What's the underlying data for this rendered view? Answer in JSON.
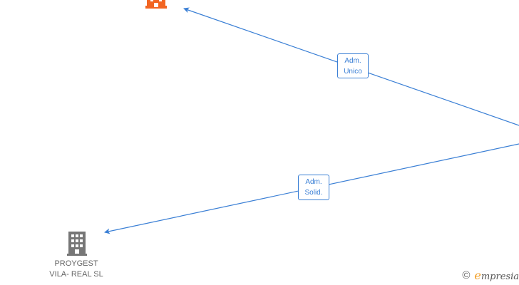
{
  "diagram": {
    "edges": [
      {
        "id": "adm-unico",
        "label_lines": [
          "Adm.",
          "Unico"
        ]
      },
      {
        "id": "adm-solid",
        "label_lines": [
          "Adm.",
          "Solid."
        ]
      }
    ],
    "nodes": {
      "top_company": {
        "icon": "building-icon",
        "color": "#f26522",
        "name_lines": []
      },
      "proygest": {
        "icon": "building-icon",
        "color": "#777777",
        "name_lines": [
          "PROYGEST",
          "VILA- REAL SL"
        ]
      }
    },
    "edge_color": "#3a7fd5"
  },
  "footer": {
    "copyright_symbol": "©",
    "brand_initial": "e",
    "brand_rest": "mpresia"
  }
}
